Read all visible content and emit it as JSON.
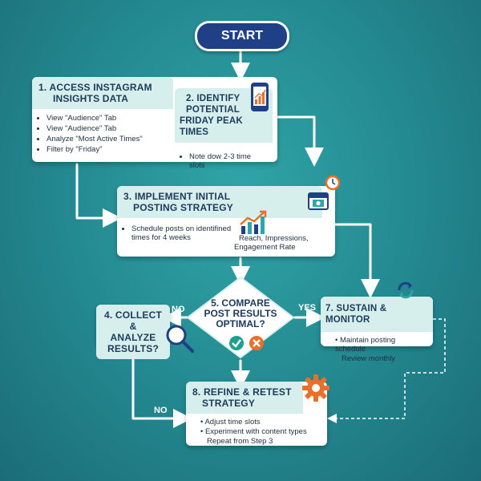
{
  "start": "START",
  "steps": {
    "s1": {
      "title_l1": "1. ACCESS INSTAGRAM",
      "title_l2": "INSIGHTS DATA",
      "items": [
        "View \"Audience\" Tab",
        "View \"Audience\" Tab",
        "Analyze \"Most Active Times\"",
        "Filter by \"Friday\""
      ]
    },
    "s2": {
      "title_l1": "2. IDENTIFY",
      "title_l2": "POTENTIAL",
      "title_l3": "FRIDAY PEAK TIMES",
      "items": [
        "Note dow 2-3 time slots"
      ]
    },
    "s3": {
      "title_l1": "3. IMPLEMENT INITIAL",
      "title_l2": "POSTING STRATEGY",
      "items": [
        "Schedule posts on identifined times for 4 weeks"
      ],
      "metrics_l1": "Reach, Impressions,",
      "metrics_l2": "Engagement Rate"
    },
    "s4": {
      "title_l1": "4. COLLECT &",
      "title_l2": "ANALYZE",
      "title_l3": "RESULTS?"
    },
    "s5": {
      "title_l1": "5. COMPARE",
      "title_l2": "POST RESULTS",
      "title_l3": "OPTIMAL?"
    },
    "s7": {
      "title": "7. SUSTAIN & MONITOR",
      "items": [
        "Maintain posting schedule",
        "Review monthly"
      ]
    },
    "s8": {
      "title_l1": "8. REFINE & RETEST",
      "title_l2": "STRATEGY",
      "items": [
        "Adjust time slots",
        "Experiment with content types",
        "Repeat from Step 3"
      ]
    }
  },
  "labels": {
    "no_left": "NO",
    "yes": "YES",
    "no_bottom": "NO"
  },
  "icons": [
    "phone-chart-icon",
    "clock-icon",
    "calendar-icon",
    "growth-chart-icon",
    "refresh-icon",
    "magnifier-icon",
    "check-icon",
    "cross-icon",
    "gear-icon"
  ],
  "colors": {
    "background": "#23878f",
    "start_fill": "#1f3f86",
    "header_fill": "#d6eeec",
    "title_text": "#1d3a5c",
    "accent_orange": "#e8702a",
    "check_teal": "#1f9e8e"
  }
}
